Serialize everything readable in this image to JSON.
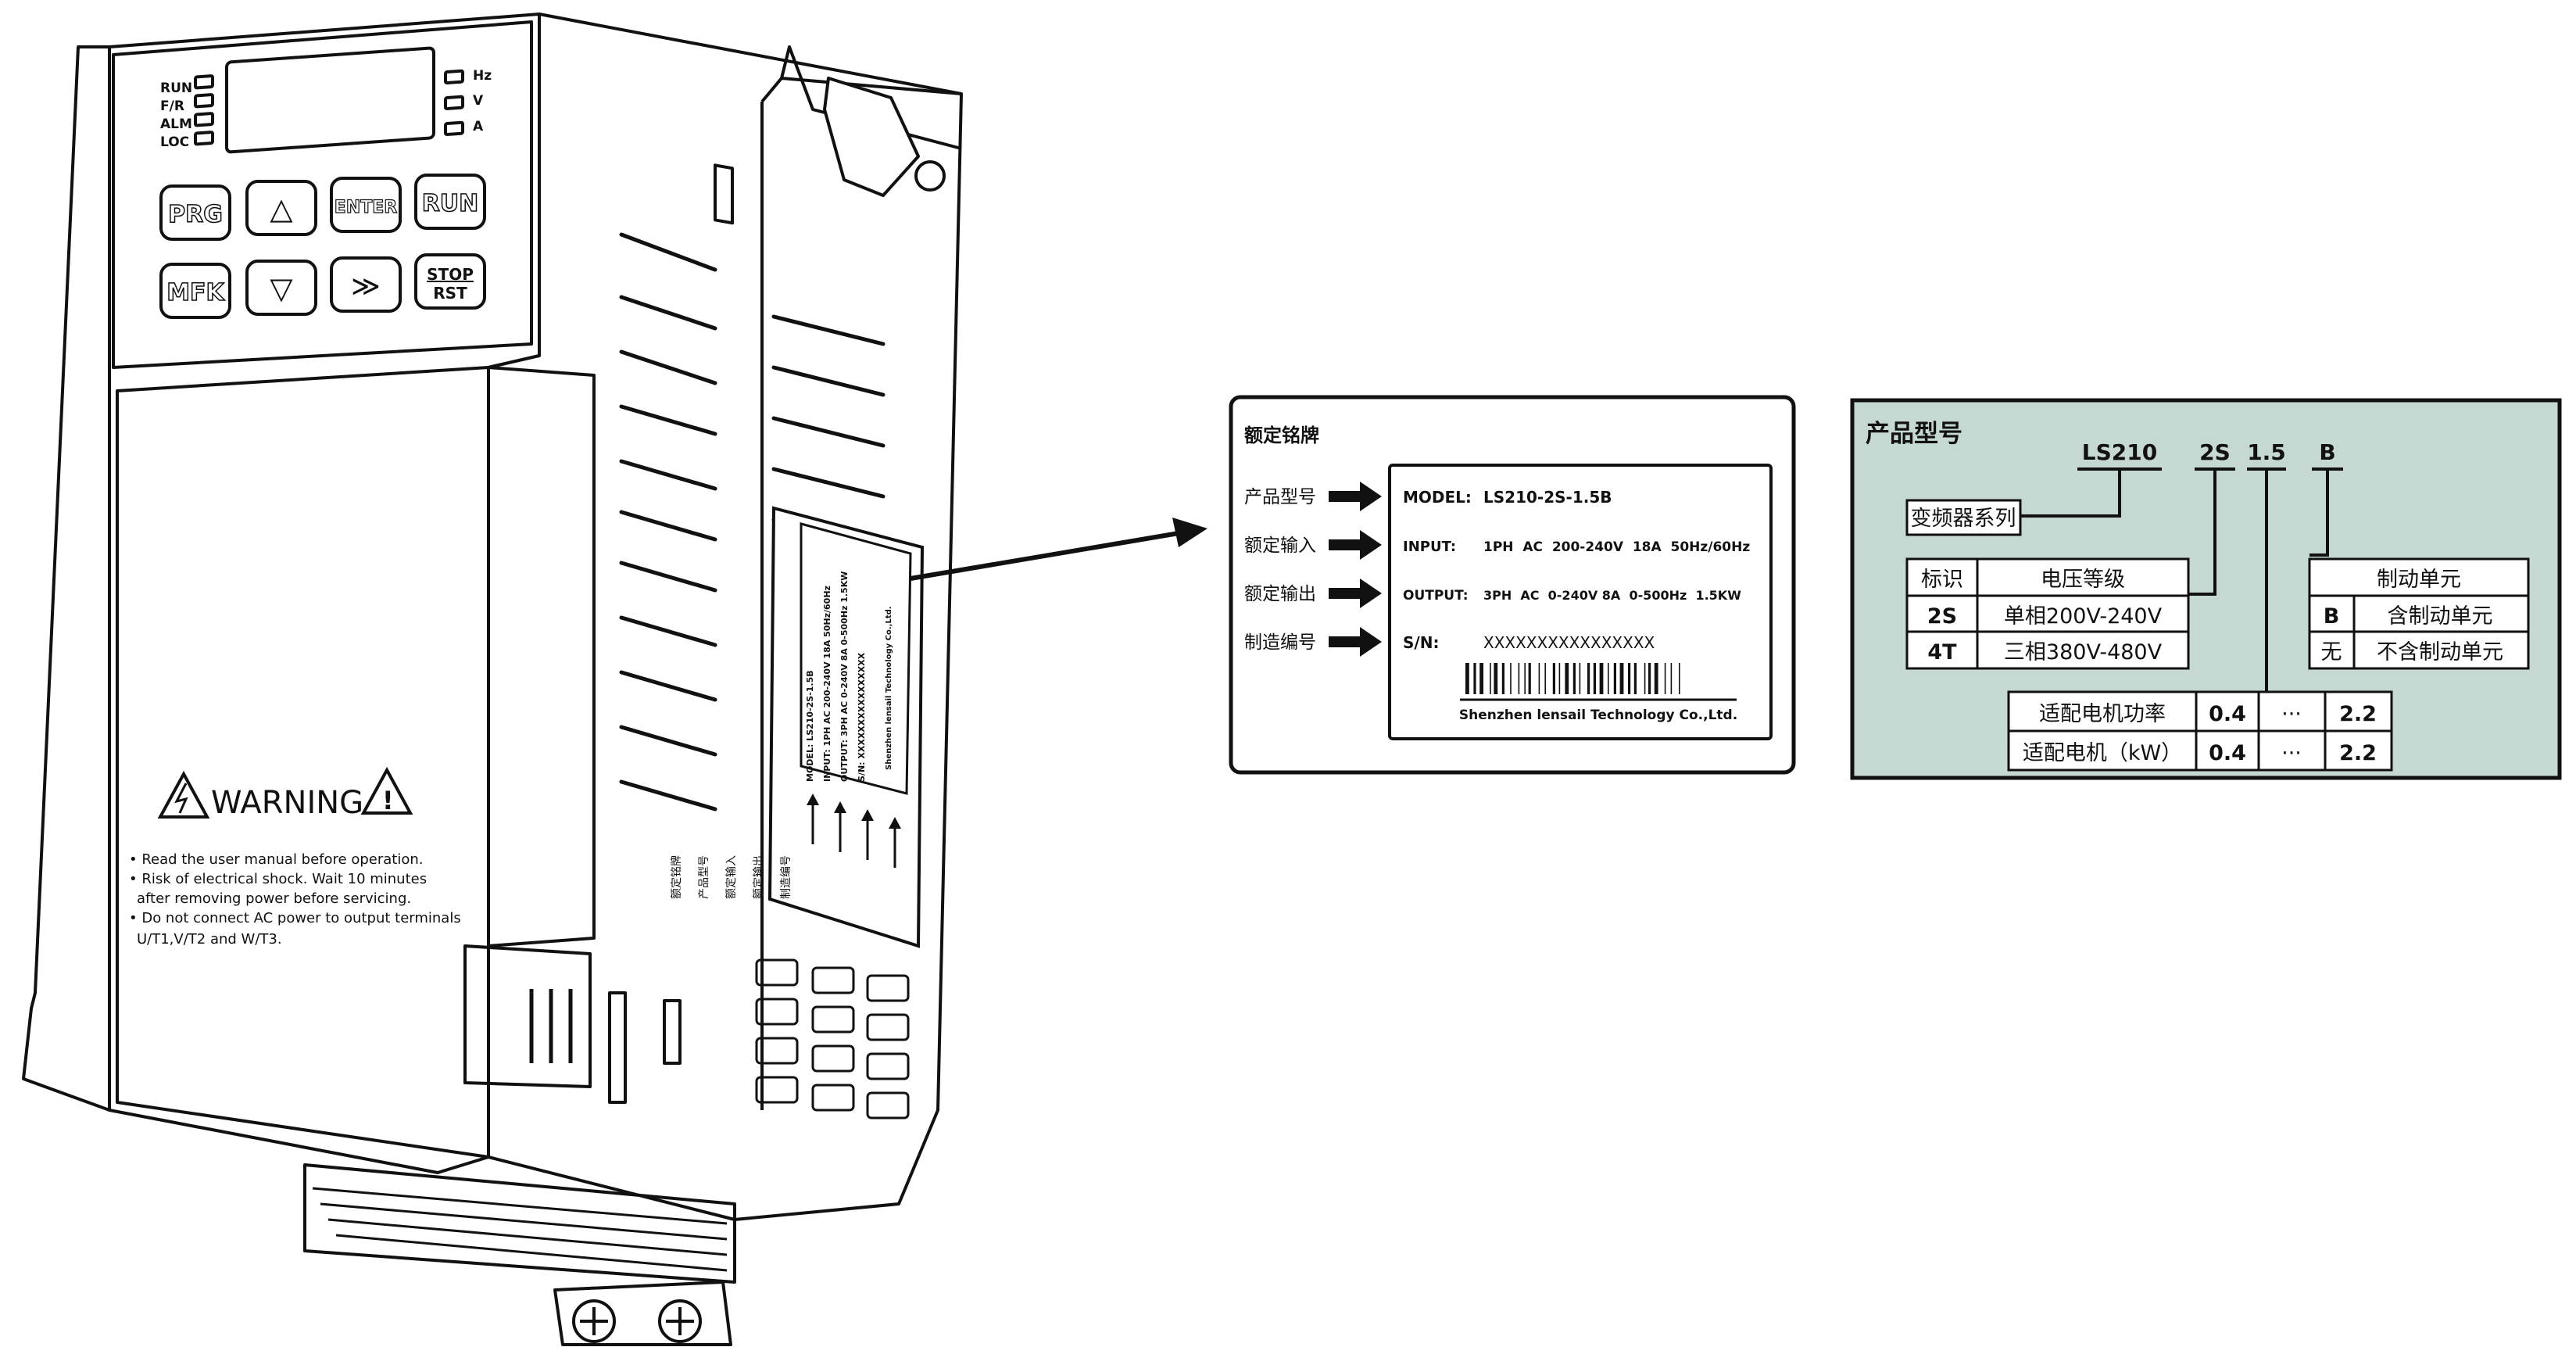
{
  "colors": {
    "line": "#111111",
    "device_body": "#ffffff",
    "model_panel_bg": "#c5d8d2"
  },
  "device": {
    "leds_left": [
      "RUN",
      "F/R",
      "ALM",
      "LOC"
    ],
    "leds_right": [
      "Hz",
      "V",
      "A"
    ],
    "keys": {
      "prg": "PRG",
      "up": "△",
      "enter": "ENTER",
      "run": "RUN",
      "mfk": "MFK",
      "down": "▽",
      "shift": "≫",
      "stop_top": "STOP",
      "stop_bottom": "RST"
    },
    "warning_title": "WARNING",
    "warning_lines": [
      "• Read the user manual before operation.",
      "• Risk of electrical shock. Wait 10 minutes",
      "after removing power before servicing.",
      "• Do not connect AC power to output terminals",
      "U/T1,V/T2 and W/T3."
    ],
    "side_label": {
      "lines": [
        "MODEL:  LS210-2S-1.5B",
        "INPUT:   1PH  AC  200-240V  18A  50Hz/60Hz",
        "OUTPUT:  3PH  AC  0-240V 8A  0-500Hz  1.5KW",
        "S/N:      XXXXXXXXXXXXXXXX",
        "Shenzhen lensail Technology Co.,Ltd."
      ],
      "arrow_labels": [
        "额定铭牌",
        "产品型号",
        "额定输入",
        "额定输出",
        "制造编号"
      ]
    }
  },
  "nameplate": {
    "title": "额定铭牌",
    "fields": [
      {
        "cn": "产品型号",
        "key": "MODEL:",
        "value": "LS210-2S-1.5B"
      },
      {
        "cn": "额定输入",
        "key": "INPUT:",
        "value": "1PH  AC  200-240V  18A  50Hz/60Hz"
      },
      {
        "cn": "额定输出",
        "key": "OUTPUT:",
        "value": "3PH  AC  0-240V 8A  0-500Hz  1.5KW"
      },
      {
        "cn": "制造编号",
        "key": "S/N:",
        "value": "XXXXXXXXXXXXXXXX"
      }
    ],
    "company": "Shenzhen lensail Technology Co.,Ltd."
  },
  "model_code": {
    "title": "产品型号",
    "segments": {
      "series": "LS210",
      "voltage": "2S",
      "power": "1.5",
      "brake": "B"
    },
    "series_label": "变频器系列",
    "voltage_table": {
      "headers": [
        "标识",
        "电压等级"
      ],
      "rows": [
        [
          "2S",
          "单相200V-240V"
        ],
        [
          "4T",
          "三相380V-480V"
        ]
      ]
    },
    "brake_table": {
      "header": "制动单元",
      "rows": [
        [
          "B",
          "含制动单元"
        ],
        [
          "无",
          "不含制动单元"
        ]
      ]
    },
    "power_table": {
      "rows": [
        [
          "适配电机功率",
          "0.4",
          "···",
          "2.2"
        ],
        [
          "适配电机（kW）",
          "0.4",
          "···",
          "2.2"
        ]
      ]
    }
  }
}
